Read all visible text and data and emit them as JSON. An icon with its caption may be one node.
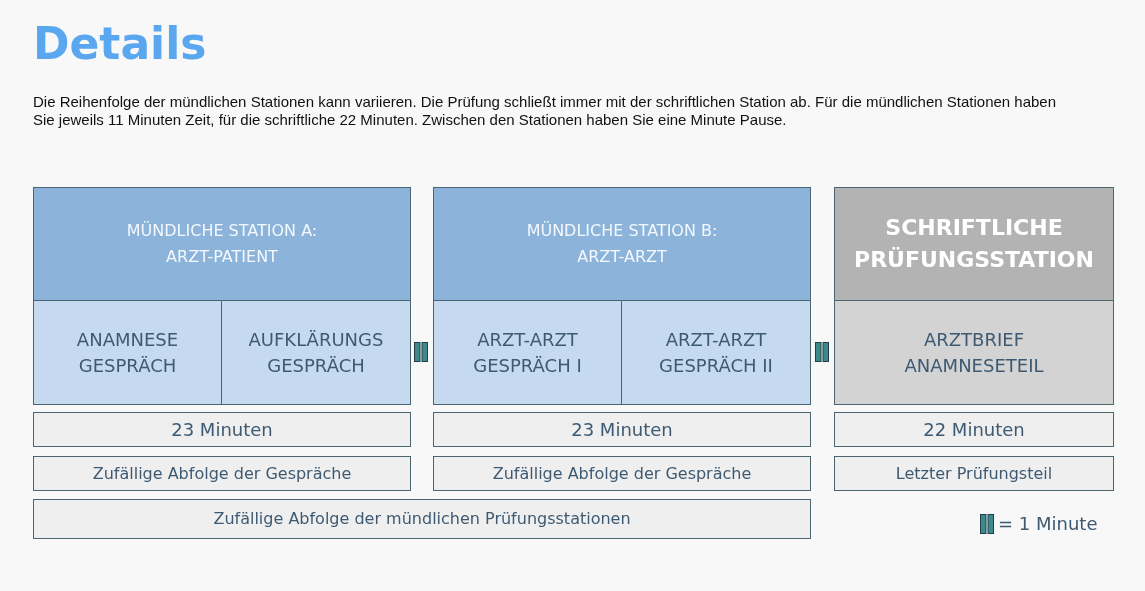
{
  "diagram": {
    "title": "Details",
    "caption": "Die Reihenfolge der mündlichen Stationen kann variieren. Die Prüfung schließt immer mit der schriftlichen Station ab. Für die mündlichen Stationen haben Sie jeweils 11 Minuten Zeit, für die schriftliche 22 Minuten. Zwischen den Stationen haben Sie eine Minute Pause.",
    "nodes": [
      {
        "text": [
          "MÜNDLICHE STATION A: ARZT-PATIENT"
        ]
      },
      {
        "text": [
          "ANAMNESE GESPRÄCH"
        ]
      },
      {
        "text": [
          "AUFKLÄRUNGS GESPRÄCH"
        ]
      },
      {
        "text": [
          "MÜNDLICHE STATION B: ARZT-ARZT"
        ]
      },
      {
        "text": [
          "ARZT-ARZT GESPRÄCH I"
        ]
      },
      {
        "text": [
          "ARZT-ARZT GESPRÄCH II"
        ]
      },
      {
        "text": [
          "SCHRIFTLICHE PRÜFUNGSSTATION"
        ]
      },
      {
        "text": [
          "ARZTBRIEF ANAMNESETEIL"
        ]
      },
      {
        "text": [
          "23 Minuten"
        ]
      },
      {
        "text": [
          "23 Minuten"
        ]
      },
      {
        "text": [
          "22 Minuten"
        ]
      },
      {
        "text": [
          "Zufällige Abfolge der Gespräche"
        ]
      },
      {
        "text": [
          "Zufällige Abfolge der Gespräche"
        ]
      },
      {
        "text": [
          "Letzter Prüfungsteil"
        ]
      },
      {
        "text": [
          "Zufällige Abfolge der mündlichen Prüfungsstationen"
        ]
      }
    ],
    "legend": [
      {
        "text": "= 1 Minute"
      }
    ]
  }
}
